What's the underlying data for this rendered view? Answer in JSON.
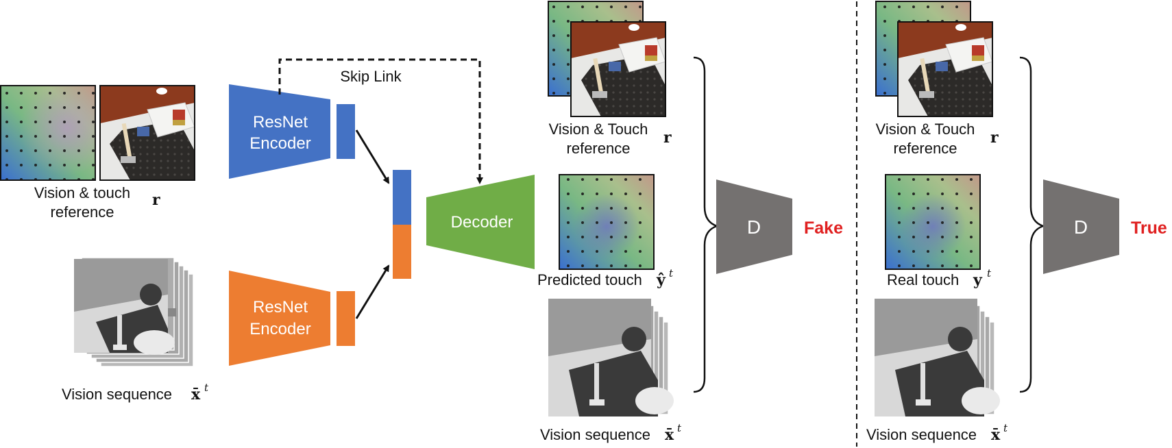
{
  "generator": {
    "reference_label_line1": "Vision & touch",
    "reference_label_line2": "reference",
    "reference_symbol": "r",
    "vision_seq_label": "Vision sequence",
    "vision_seq_symbol": "x̄",
    "vision_seq_sup": "t",
    "encoder_top_line1": "ResNet",
    "encoder_top_line2": "Encoder",
    "encoder_bottom_line1": "ResNet",
    "encoder_bottom_line2": "Encoder",
    "skip_link_label": "Skip Link",
    "decoder_label": "Decoder"
  },
  "fake_branch": {
    "reference_label_line1": "Vision & Touch",
    "reference_label_line2": "reference",
    "reference_symbol": "r",
    "touch_label": "Predicted touch",
    "touch_symbol": "ŷ",
    "touch_sup": "t",
    "vision_seq_label": "Vision sequence",
    "vision_seq_symbol": "x̄",
    "vision_seq_sup": "t",
    "discriminator_label": "D",
    "verdict": "Fake"
  },
  "true_branch": {
    "reference_label_line1": "Vision & Touch",
    "reference_label_line2": "reference",
    "reference_symbol": "r",
    "touch_label": "Real touch",
    "touch_symbol": "y",
    "touch_sup": "t",
    "vision_seq_label": "Vision sequence",
    "vision_seq_symbol": "x̄",
    "vision_seq_sup": "t",
    "discriminator_label": "D",
    "verdict": "True"
  },
  "colors": {
    "encoder_vision": "#4472c4",
    "encoder_sequence": "#ed7d31",
    "decoder": "#70ad47",
    "discriminator": "#747170",
    "verdict": "#e02020"
  }
}
